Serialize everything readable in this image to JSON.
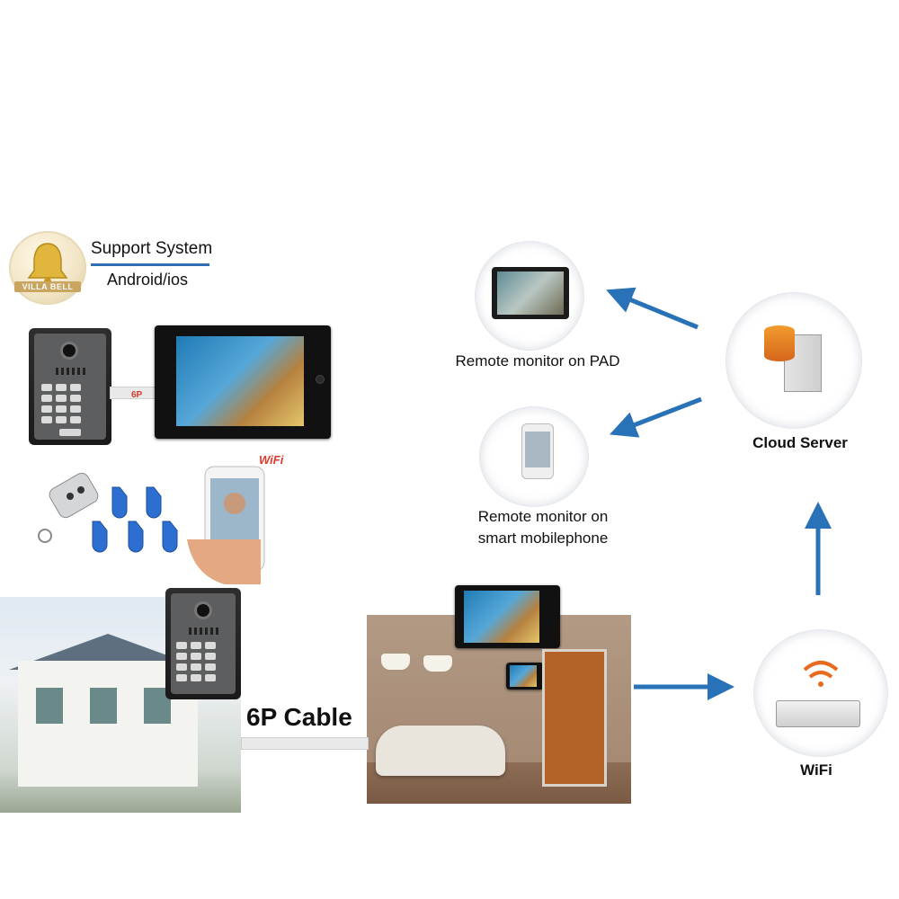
{
  "brand": {
    "logo_text": "VILLA BELL"
  },
  "support": {
    "title": "Support System",
    "platforms": "Android/ios"
  },
  "top_kit": {
    "cable_label": "6P",
    "wifi_label": "WiFi"
  },
  "nodes": {
    "pad": {
      "label": "Remote monitor on PAD"
    },
    "phone": {
      "label_line1": "Remote monitor on",
      "label_line2": "smart mobilephone"
    },
    "cloud": {
      "label": "Cloud Server"
    },
    "wifi": {
      "label": "WiFi"
    }
  },
  "install": {
    "cable_label": "6P Cable"
  },
  "colors": {
    "arrow": "#2a72b8",
    "accent_rule": "#2f6db3",
    "wifi_red": "#e23a2a"
  }
}
